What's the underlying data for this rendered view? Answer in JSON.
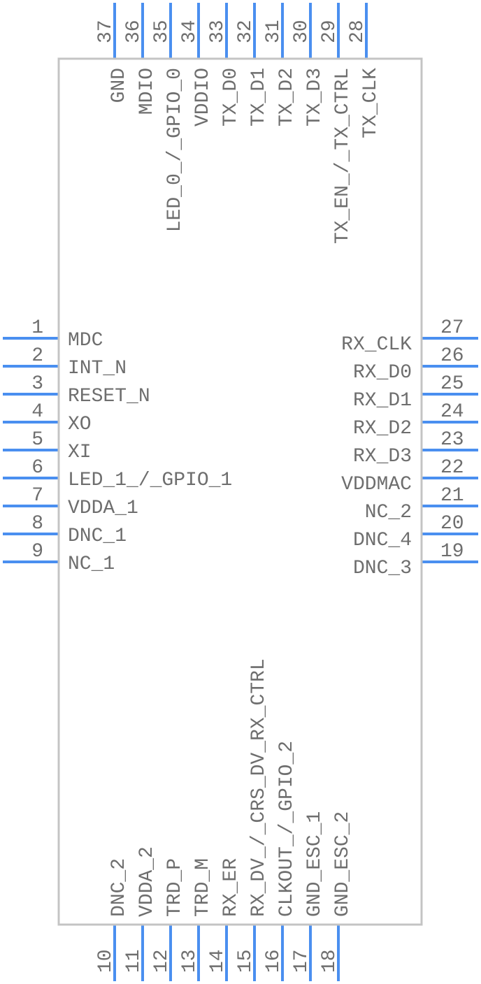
{
  "component": {
    "left_pins": [
      {
        "number": "1",
        "name": "MDC"
      },
      {
        "number": "2",
        "name": "INT_N"
      },
      {
        "number": "3",
        "name": "RESET_N"
      },
      {
        "number": "4",
        "name": "XO"
      },
      {
        "number": "5",
        "name": "XI"
      },
      {
        "number": "6",
        "name": "LED_1_/_GPIO_1"
      },
      {
        "number": "7",
        "name": "VDDA_1"
      },
      {
        "number": "8",
        "name": "DNC_1"
      },
      {
        "number": "9",
        "name": "NC_1"
      }
    ],
    "right_pins": [
      {
        "number": "27",
        "name": "RX_CLK"
      },
      {
        "number": "26",
        "name": "RX_D0"
      },
      {
        "number": "25",
        "name": "RX_D1"
      },
      {
        "number": "24",
        "name": "RX_D2"
      },
      {
        "number": "23",
        "name": "RX_D3"
      },
      {
        "number": "22",
        "name": "VDDMAC"
      },
      {
        "number": "21",
        "name": "NC_2"
      },
      {
        "number": "20",
        "name": "DNC_4"
      },
      {
        "number": "19",
        "name": "DNC_3"
      }
    ],
    "top_pins": [
      {
        "number": "37",
        "name": "GND"
      },
      {
        "number": "36",
        "name": "MDIO"
      },
      {
        "number": "35",
        "name": "LED_0_/_GPIO_0"
      },
      {
        "number": "34",
        "name": "VDDIO"
      },
      {
        "number": "33",
        "name": "TX_D0"
      },
      {
        "number": "32",
        "name": "TX_D1"
      },
      {
        "number": "31",
        "name": "TX_D2"
      },
      {
        "number": "30",
        "name": "TX_D3"
      },
      {
        "number": "29",
        "name": "TX_EN_/_TX_CTRL"
      },
      {
        "number": "28",
        "name": "TX_CLK"
      }
    ],
    "bottom_pins": [
      {
        "number": "10",
        "name": "DNC_2"
      },
      {
        "number": "11",
        "name": "VDDA_2"
      },
      {
        "number": "12",
        "name": "TRD_P"
      },
      {
        "number": "13",
        "name": "TRD_M"
      },
      {
        "number": "14",
        "name": "RX_ER"
      },
      {
        "number": "15",
        "name": "RX_DV_/_CRS_DV_RX_CTRL"
      },
      {
        "number": "16",
        "name": "CLKOUT_/_GPIO_2"
      },
      {
        "number": "17",
        "name": "GND_ESC_1"
      },
      {
        "number": "18",
        "name": "GND_ESC_2"
      }
    ]
  }
}
